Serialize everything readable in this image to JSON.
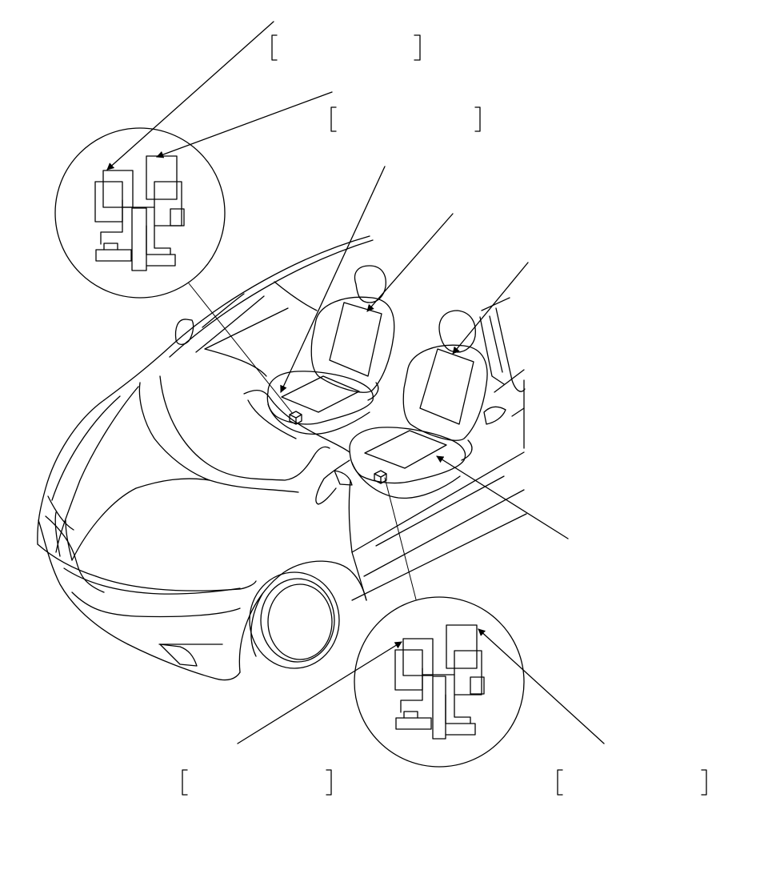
{
  "callouts": [
    {
      "id": "callout-top-1",
      "text": ""
    },
    {
      "id": "callout-top-2",
      "text": ""
    },
    {
      "id": "callout-bottom-left",
      "text": ""
    },
    {
      "id": "callout-bottom-right",
      "text": ""
    }
  ]
}
